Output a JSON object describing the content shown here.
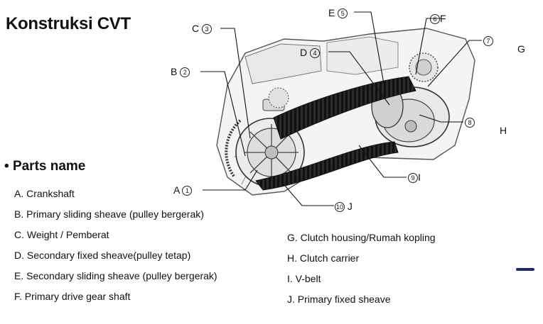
{
  "title": "Konstruksi CVT",
  "section_title": "Parts name",
  "parts_left": [
    "A. Crankshaft",
    "B. Primary sliding sheave (pulley bergerak)",
    "C. Weight / Pemberat",
    "D. Secondary fixed sheave(pulley tetap)",
    "E. Secondary sliding sheave (pulley bergerak)",
    "F. Primary drive gear shaft"
  ],
  "parts_right": [
    "G. Clutch housing/Rumah kopling",
    "H. Clutch carrier",
    "I. V-belt",
    "J. Primary fixed sheave"
  ],
  "callouts": {
    "A": {
      "letter": "A",
      "num": "1"
    },
    "B": {
      "letter": "B",
      "num": "2"
    },
    "C": {
      "letter": "C",
      "num": "3"
    },
    "D": {
      "letter": "D",
      "num": "4"
    },
    "E": {
      "letter": "E",
      "num": "5"
    },
    "F": {
      "letter": "F",
      "num": "6"
    },
    "G": {
      "letter": "G",
      "num": "7"
    },
    "H": {
      "letter": "H",
      "num": "8"
    },
    "I": {
      "letter": "I",
      "num": "9"
    },
    "J": {
      "letter": "J",
      "num": "10"
    }
  },
  "colors": {
    "ink": "#111111",
    "accent": "#1e2a66"
  }
}
